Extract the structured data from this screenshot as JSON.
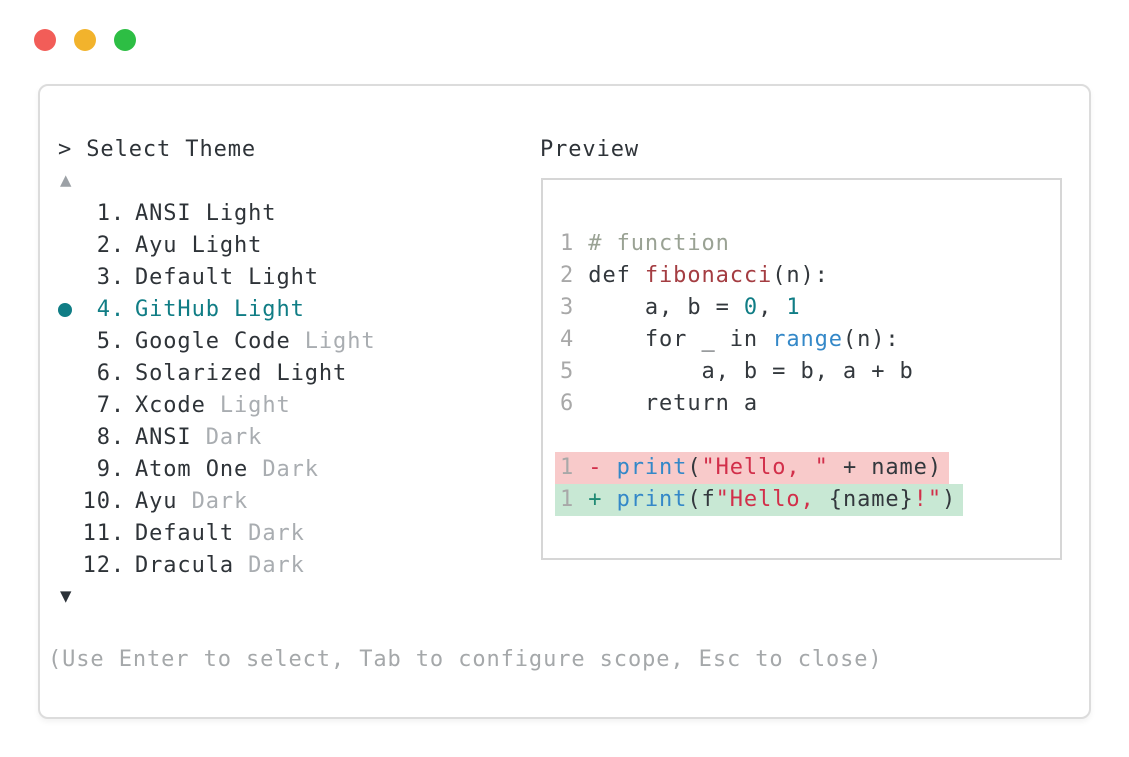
{
  "window": {
    "traffic_lights": [
      {
        "name": "close",
        "color": "#f25d58"
      },
      {
        "name": "minimize",
        "color": "#f2b32c"
      },
      {
        "name": "zoom",
        "color": "#2dbe44"
      }
    ]
  },
  "selector": {
    "header": "> Select Theme",
    "scroll_up_icon": "▲",
    "scroll_down_icon": "▼",
    "selected_dot_icon": "●",
    "selected_color": "#107d85",
    "items": [
      {
        "num": "1.",
        "name": "ANSI Light",
        "muted": "",
        "selected": false
      },
      {
        "num": "2.",
        "name": "Ayu Light",
        "muted": "",
        "selected": false
      },
      {
        "num": "3.",
        "name": "Default Light",
        "muted": "",
        "selected": false
      },
      {
        "num": "4.",
        "name": "GitHub Light",
        "muted": "",
        "selected": true
      },
      {
        "num": "5.",
        "name": "Google Code",
        "muted": "Light",
        "selected": false
      },
      {
        "num": "6.",
        "name": "Solarized Light",
        "muted": "",
        "selected": false
      },
      {
        "num": "7.",
        "name": "Xcode",
        "muted": "Light",
        "selected": false
      },
      {
        "num": "8.",
        "name": "ANSI",
        "muted": "Dark",
        "selected": false
      },
      {
        "num": "9.",
        "name": "Atom One",
        "muted": "Dark",
        "selected": false
      },
      {
        "num": "10.",
        "name": "Ayu",
        "muted": "Dark",
        "selected": false
      },
      {
        "num": "11.",
        "name": "Default",
        "muted": "Dark",
        "selected": false
      },
      {
        "num": "12.",
        "name": "Dracula",
        "muted": "Dark",
        "selected": false
      }
    ],
    "help": "(Use Enter to select, Tab to configure scope, Esc to close)"
  },
  "preview": {
    "label": "Preview",
    "code_lines": [
      {
        "num": "1",
        "tokens": [
          {
            "t": "# function",
            "c": "comment"
          }
        ]
      },
      {
        "num": "2",
        "tokens": [
          {
            "t": "def ",
            "c": "text"
          },
          {
            "t": "fibonacci",
            "c": "defname"
          },
          {
            "t": "(n):",
            "c": "text"
          }
        ]
      },
      {
        "num": "3",
        "tokens": [
          {
            "t": "    a, b = ",
            "c": "text"
          },
          {
            "t": "0",
            "c": "num"
          },
          {
            "t": ", ",
            "c": "text"
          },
          {
            "t": "1",
            "c": "num"
          }
        ]
      },
      {
        "num": "4",
        "tokens": [
          {
            "t": "    for _ in ",
            "c": "text"
          },
          {
            "t": "range",
            "c": "builtin"
          },
          {
            "t": "(n):",
            "c": "text"
          }
        ]
      },
      {
        "num": "5",
        "tokens": [
          {
            "t": "        a, b = b, a + b",
            "c": "text"
          }
        ]
      },
      {
        "num": "6",
        "tokens": [
          {
            "t": "    return a",
            "c": "text"
          }
        ]
      }
    ],
    "diff_lines": [
      {
        "num": "1",
        "kind": "removed",
        "tokens": [
          {
            "t": "- ",
            "c": "minus"
          },
          {
            "t": "print",
            "c": "builtin"
          },
          {
            "t": "(",
            "c": "text"
          },
          {
            "t": "\"Hello, \"",
            "c": "string"
          },
          {
            "t": " + name)",
            "c": "text"
          }
        ]
      },
      {
        "num": "1",
        "kind": "added",
        "tokens": [
          {
            "t": "+ ",
            "c": "plus"
          },
          {
            "t": "print",
            "c": "builtin"
          },
          {
            "t": "(f",
            "c": "text"
          },
          {
            "t": "\"Hello, ",
            "c": "string"
          },
          {
            "t": "{name}",
            "c": "text"
          },
          {
            "t": "!\"",
            "c": "string"
          },
          {
            "t": ")",
            "c": "text"
          }
        ]
      }
    ],
    "diff_colors": {
      "removed_bg": "#f8caca",
      "added_bg": "#c8e8d4"
    }
  }
}
